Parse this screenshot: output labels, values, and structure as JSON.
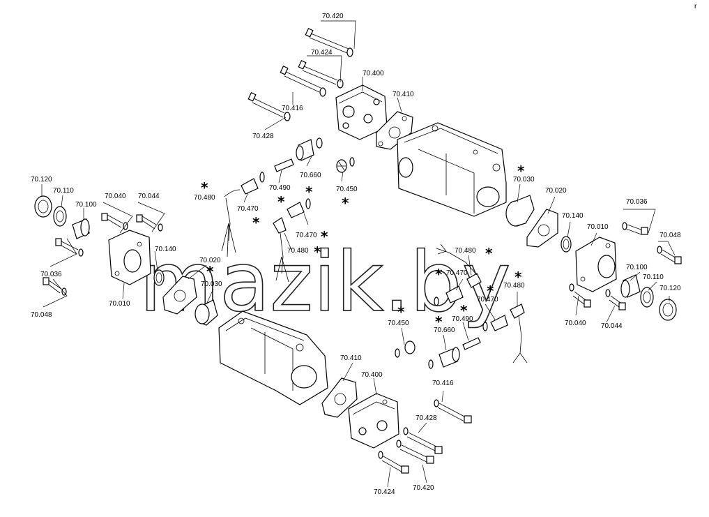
{
  "watermark": "mazik.by",
  "corner_mark": "r",
  "labels": {
    "l70420t": "70.420",
    "l70424t": "70.424",
    "l70400t": "70.400",
    "l70410t": "70.410",
    "l70416t": "70.416",
    "l70428t": "70.428",
    "l70660t": "70.660",
    "l70490t": "70.490",
    "l70450t": "70.450",
    "l70480a": "70.480",
    "l70470a": "70.470",
    "l70470b": "70.470",
    "l70480b": "70.480",
    "l70120l": "70.120",
    "l70110l": "70.110",
    "l70100l": "70.100",
    "l70040l": "70.040",
    "l70044l": "70.044",
    "l70036l": "70.036",
    "l70048l": "70.048",
    "l70010l": "70.010",
    "l70140l": "70.140",
    "l70020l": "70.020",
    "l70030l": "70.030",
    "l70030r": "70.030",
    "l70020r": "70.020",
    "l70140r": "70.140",
    "l70010r": "70.010",
    "l70036r": "70.036",
    "l70048r": "70.048",
    "l70100r": "70.100",
    "l70110r": "70.110",
    "l70120r": "70.120",
    "l70040r": "70.040",
    "l70044r": "70.044",
    "l70480c": "70.480",
    "l70470c": "70.470",
    "l70480d": "70.480",
    "l70470d": "70.470",
    "l70490b": "70.490",
    "l70450b": "70.450",
    "l70660b": "70.660",
    "l70410b": "70.410",
    "l70400b": "70.400",
    "l70416b": "70.416",
    "l70428b": "70.428",
    "l70424b": "70.424",
    "l70420b": "70.420"
  },
  "asterisk": "*"
}
